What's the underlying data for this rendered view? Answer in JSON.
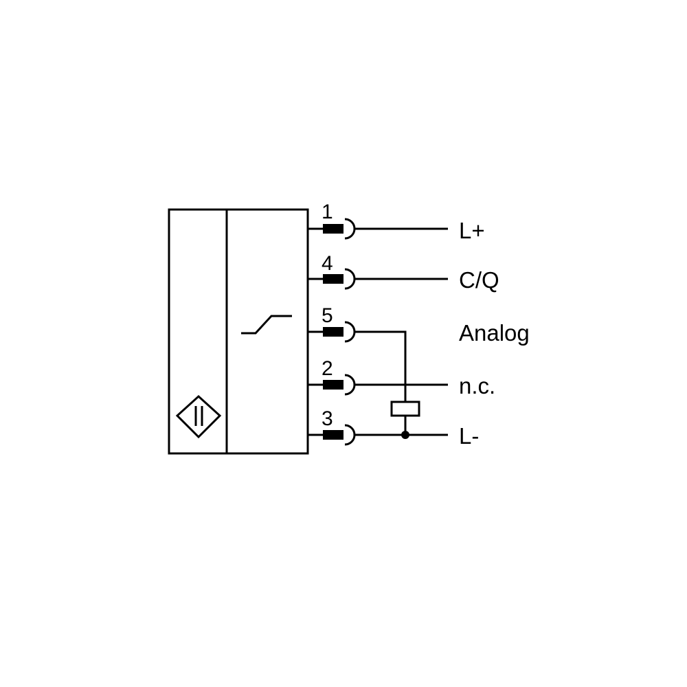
{
  "pins": [
    {
      "number": "1",
      "signal": "L+"
    },
    {
      "number": "4",
      "signal": "C/Q"
    },
    {
      "number": "5",
      "signal": "Analog"
    },
    {
      "number": "2",
      "signal": "n.c."
    },
    {
      "number": "3",
      "signal": "L-"
    }
  ],
  "icons": {
    "sensor_symbol": "diamond-sensor-icon",
    "output_symbol": "analog-ramp-icon",
    "load_symbol": "load-resistor-icon"
  },
  "colors": {
    "line": "#000000",
    "background": "#ffffff"
  }
}
